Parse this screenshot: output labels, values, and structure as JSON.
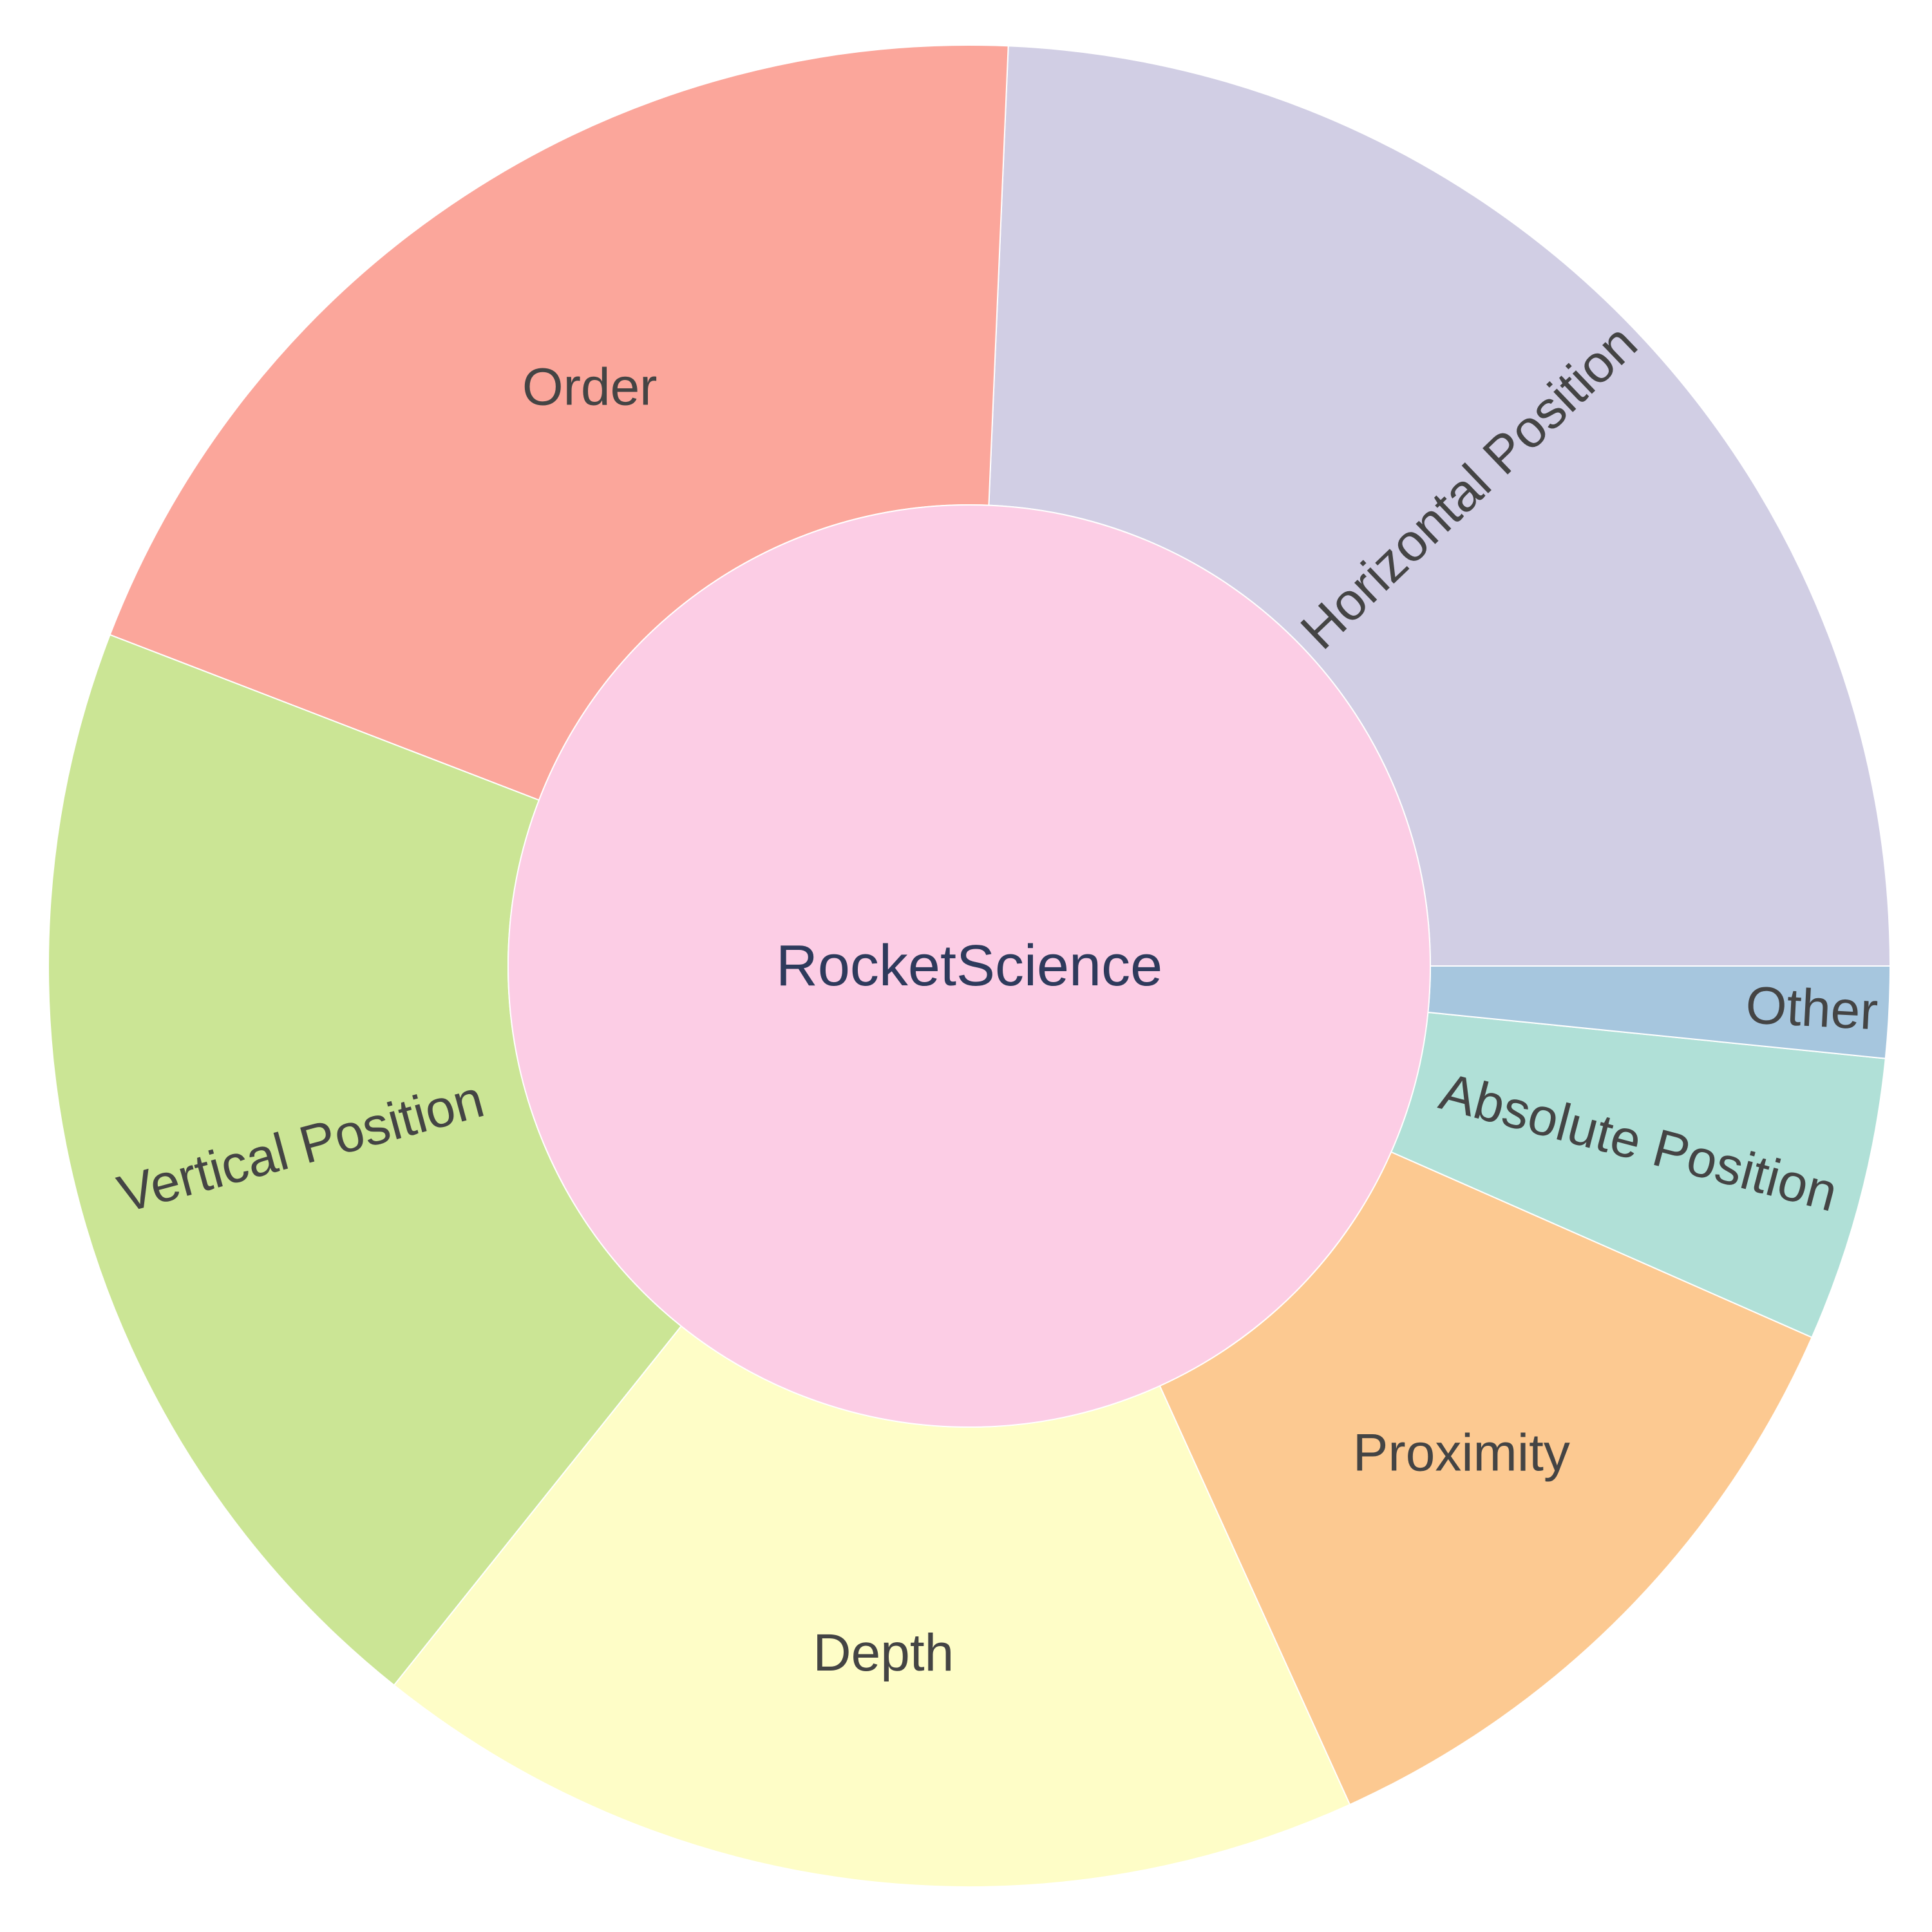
{
  "chart_data": {
    "type": "sunburst",
    "root": {
      "label": "RocketScience",
      "color": "#fccde5"
    },
    "segments": [
      {
        "label": "Horizontal Position",
        "value": 24.3,
        "color": "#d1cee4"
      },
      {
        "label": "Order",
        "value": 19.8,
        "color": "#fba69b"
      },
      {
        "label": "Vertical Position",
        "value": 20.1,
        "color": "#cbe595"
      },
      {
        "label": "Depth",
        "value": 17.5,
        "color": "#fefdc7"
      },
      {
        "label": "Proximity",
        "value": 11.6,
        "color": "#fcc991"
      },
      {
        "label": "Absolute Position",
        "value": 5.0,
        "color": "#b0e0d7"
      },
      {
        "label": "Other",
        "value": 1.6,
        "color": "#a6c6de"
      }
    ]
  }
}
